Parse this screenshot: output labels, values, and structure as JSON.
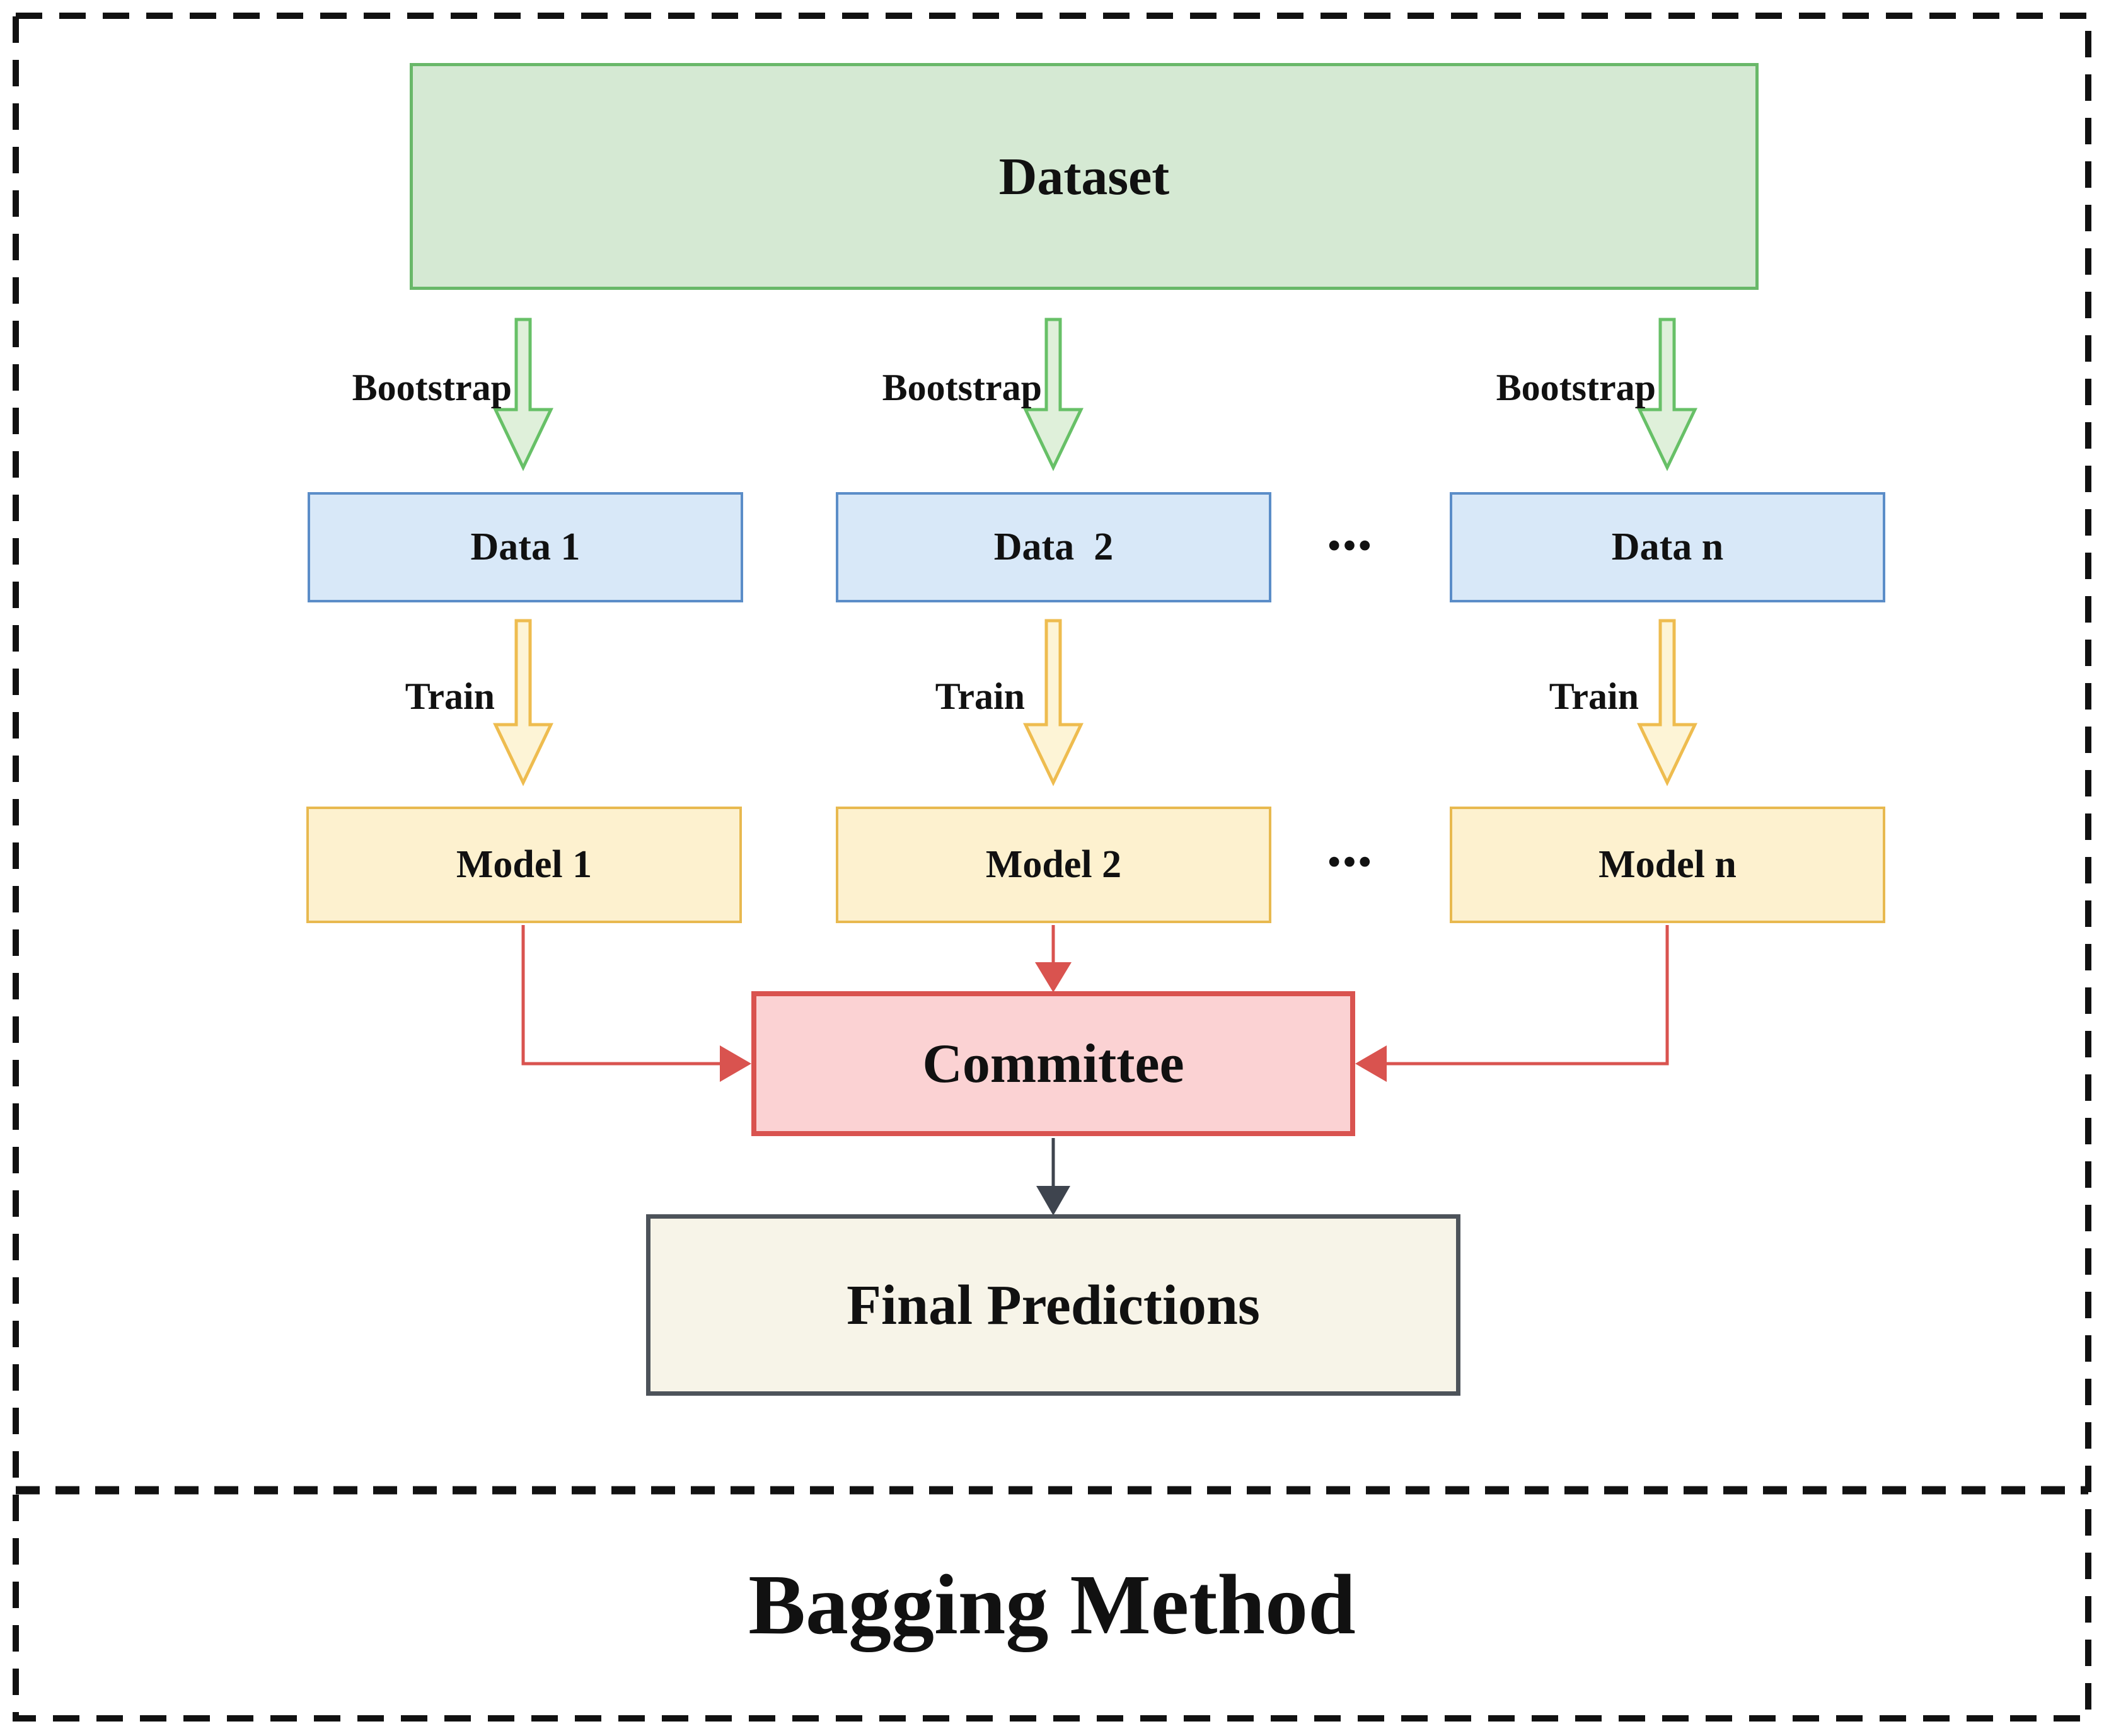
{
  "figure": {
    "title": "Bagging Method",
    "dataset": {
      "label": "Dataset"
    },
    "flow": {
      "bootstrap_label": "Bootstrap",
      "train_label": "Train",
      "columns": [
        {
          "data": "Data 1",
          "model": "Model 1"
        },
        {
          "data": "Data  2",
          "model": "Model 2"
        },
        {
          "data": "Data n",
          "model": "Model n"
        }
      ],
      "ellipsis": "•••",
      "committee": {
        "label": "Committee"
      },
      "final": {
        "label": "Final Predictions"
      }
    }
  },
  "colors": {
    "ink": "#111111",
    "green-fill": "#d5e9d3",
    "green-stroke": "#69b869",
    "arrow-green-fill": "#dff0da",
    "arrow-green-stroke": "#67c067",
    "blue-fill": "#d8e8f8",
    "blue-stroke": "#5b8dc8",
    "yellow-fill": "#fdf1cf",
    "yellow-stroke": "#e8b94f",
    "arrow-yellow-fill": "#fdf4d6",
    "arrow-yellow-stroke": "#eebc4f",
    "pink-fill": "#fbd2d3",
    "red": "#d9534f",
    "dark": "#3e444e",
    "cream-fill": "#f7f4e8",
    "cream-stroke": "#4d535a"
  }
}
